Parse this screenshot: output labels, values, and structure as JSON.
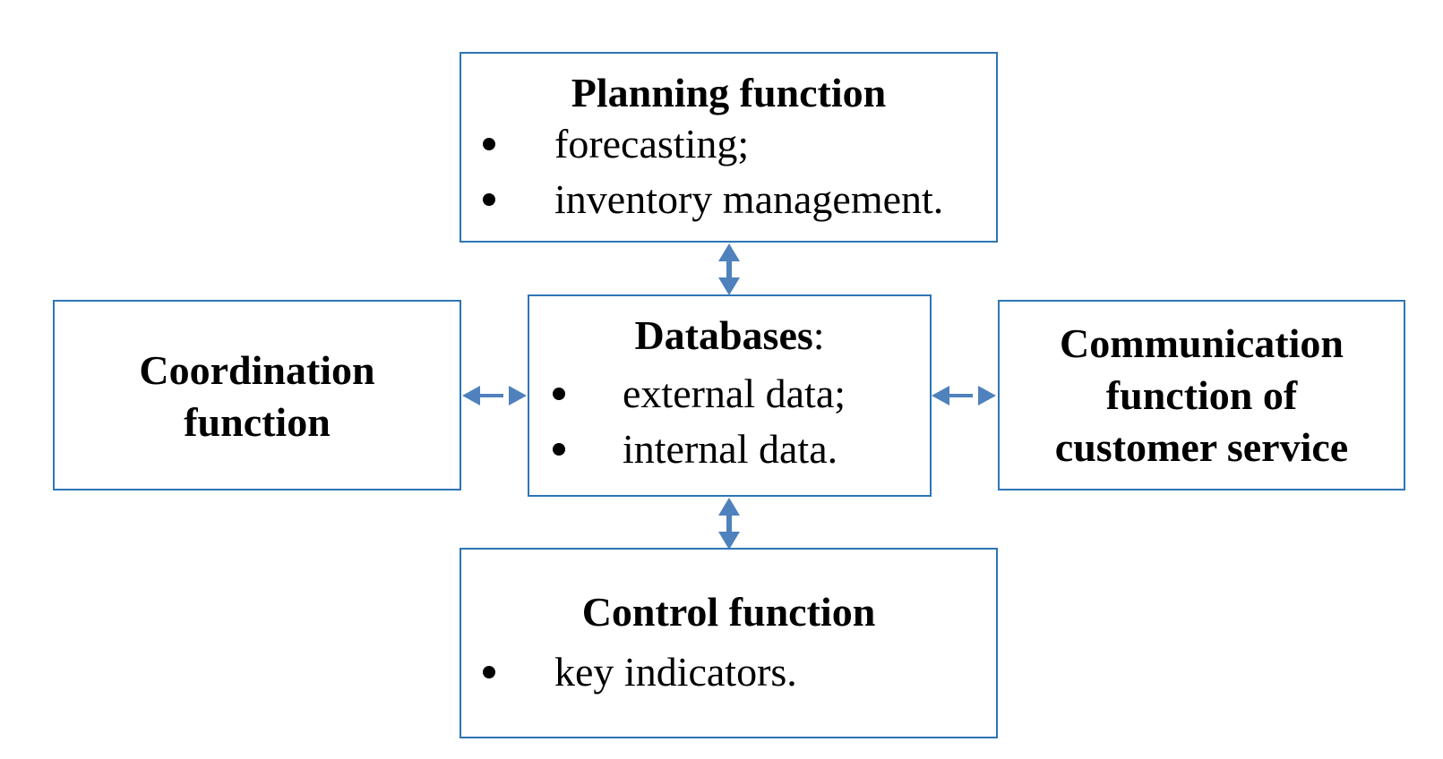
{
  "diagram": {
    "planning": {
      "title": "Planning function",
      "items": [
        "forecasting;",
        "inventory management."
      ]
    },
    "databases": {
      "title": "Databases",
      "title_suffix": ":",
      "items": [
        "external data;",
        "internal data."
      ]
    },
    "coordination": {
      "title_line1": "Coordination",
      "title_line2": "function"
    },
    "communication": {
      "title_line1": "Communication",
      "title_line2": "function of",
      "title_line3": "customer service"
    },
    "control": {
      "title": "Control function",
      "items": [
        "key indicators."
      ]
    },
    "colors": {
      "box_border": "#2E75B6",
      "arrow": "#4F81BD"
    }
  }
}
